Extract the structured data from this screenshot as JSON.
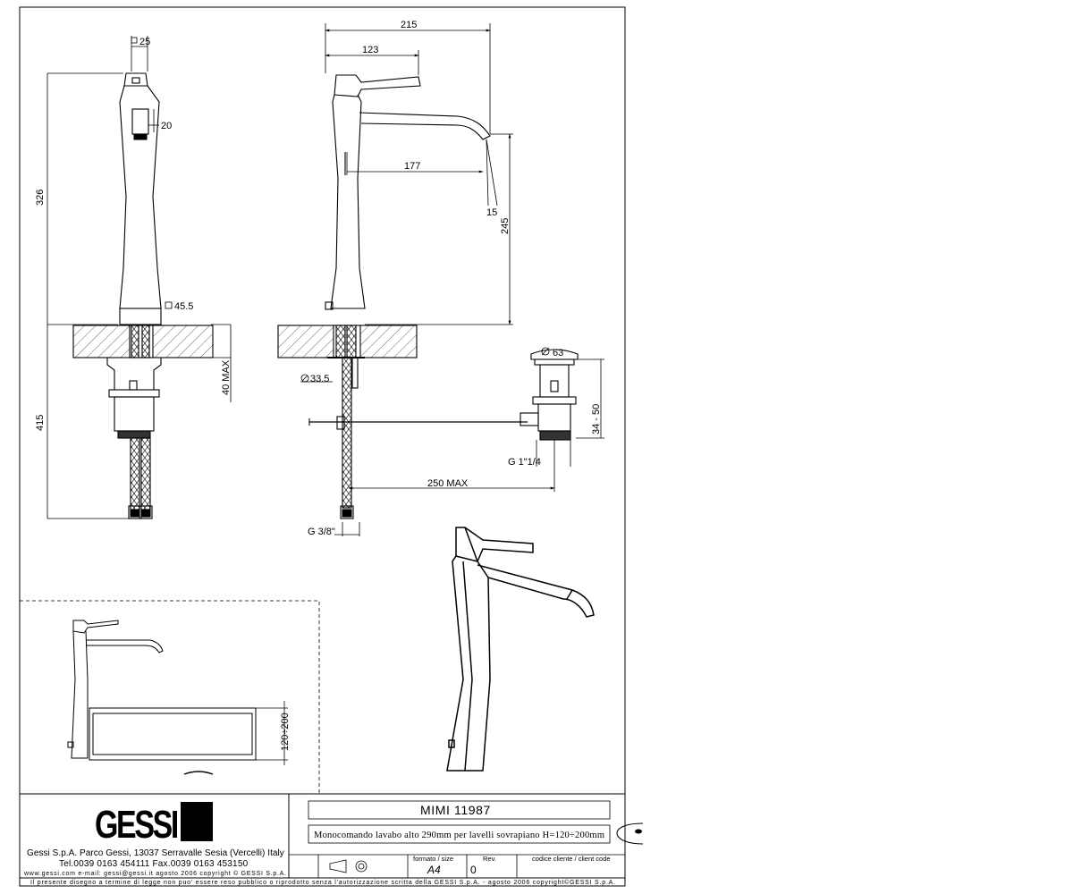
{
  "drawing": {
    "dims_front": {
      "top_square": "25",
      "cart_width": "20",
      "body_height": "326",
      "base_square": "45.5",
      "below_height": "415",
      "counter_max": "40 MAX"
    },
    "dims_side": {
      "overall_reach": "215",
      "lever_reach": "123",
      "spout_reach": "177",
      "spout_angle": "15",
      "spout_height": "245",
      "hole_diameter": "33.5",
      "inlet_thread": "G 3/8\"",
      "waste_diameter": "63",
      "waste_range": "34 - 50",
      "waste_thread": "G 1\"1/4",
      "rod_max": "250 MAX"
    },
    "dims_install": {
      "basin_height": "120÷200"
    }
  },
  "company": {
    "name_line": "Gessi S.p.A. Parco Gessi, 13037 Serravalle Sesia (Vercelli) Italy",
    "contacts_line": "Tel.0039  0163  454111  Fax.0039  0163  453150",
    "web_line": "www.gessi.com   e-mail:  gessi@gessi.it    agosto  2006   copyright © GESSI  S.p.A.",
    "logo_text": "GESSI"
  },
  "title_block": {
    "product_title": "MIMI  11987",
    "description": "Monocomando lavabo alto 290mm per lavelli sovrapiano H=120÷200mm",
    "format_label": "formato / size",
    "format_value": "A4",
    "rev_label": "Rev.",
    "rev_value": "0",
    "client_label": "codice  cliente  /  client  code"
  },
  "footer": {
    "legal": "Il  presente  disegno  a  termine  di  legge  non  puo'  essere  reso  pubblico  o  riprodotto  senza  l'autorizzazione  scritta  della  GESSI  S.p.A.  -  agosto  2006   copyright©GESSI  S.p.A."
  }
}
